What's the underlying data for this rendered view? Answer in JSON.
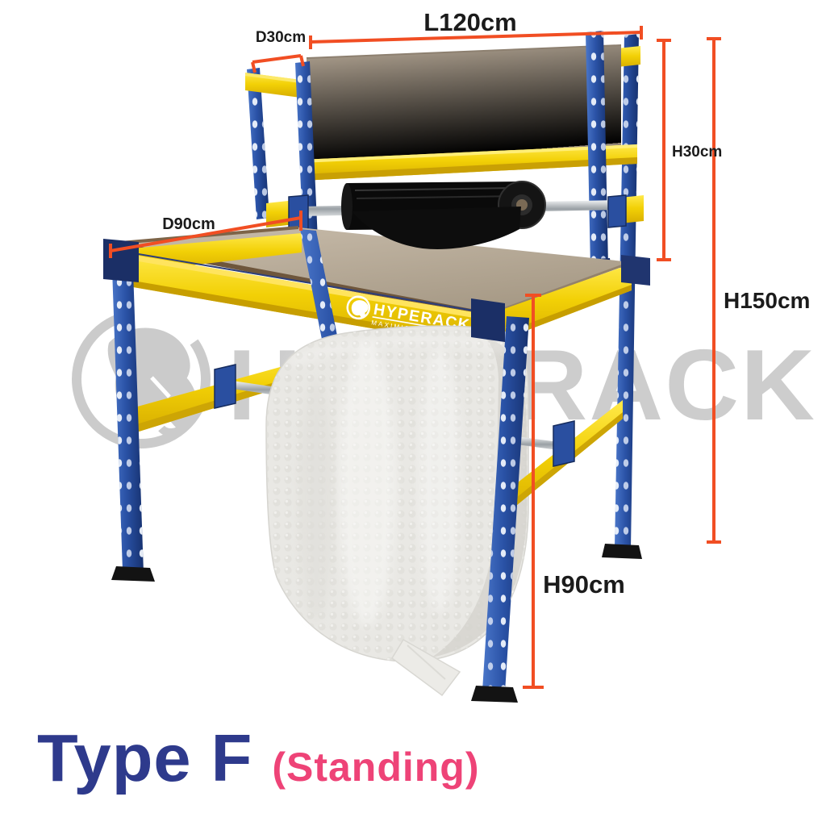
{
  "product": {
    "kind": "packing-workbench-rack",
    "branding": {
      "beam_logo": "HYPERACK",
      "beam_tagline": "MAXIMISE YOUR SPACE",
      "watermark_text": "HYPERACK"
    }
  },
  "dimensions": {
    "length": "L120cm",
    "top_shelf_depth": "D30cm",
    "hutch_height": "H30cm",
    "total_height": "H150cm",
    "table_depth": "D90cm",
    "table_height": "H90cm"
  },
  "title": {
    "model": "Type F",
    "variant": "(Standing)"
  },
  "colors": {
    "dimension_accent": "#f14e23",
    "title_blue": "#2e3a8c",
    "title_pink": "#ee4377",
    "rack_blue": "#2a52a6",
    "rack_yellow": "#f2d006",
    "mdf_board": "#b3a592",
    "watermark_gray": "#c9c9c9"
  }
}
